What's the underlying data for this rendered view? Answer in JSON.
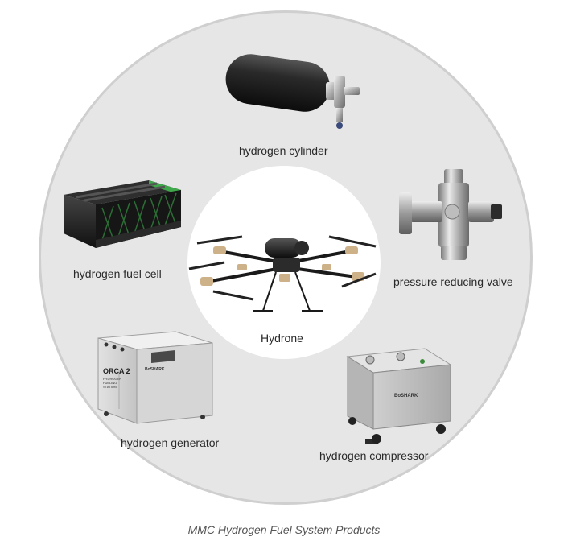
{
  "diagram": {
    "center": {
      "label": "Hydrone"
    },
    "items": [
      {
        "id": "cylinder",
        "label": "hydrogen cylinder"
      },
      {
        "id": "valve",
        "label": "pressure reducing valve"
      },
      {
        "id": "compressor",
        "label": "hydrogen compressor"
      },
      {
        "id": "generator",
        "label": "hydrogen generator",
        "panel_text": [
          "ORCA 2",
          "HYDROGEN",
          "FUELING",
          "STATION"
        ],
        "brand": "BoSHARK"
      },
      {
        "id": "fuelcell",
        "label": "hydrogen fuel cell"
      }
    ],
    "compressor_brand": "BoSHARK",
    "caption": "MMC Hydrogen Fuel System Products"
  }
}
